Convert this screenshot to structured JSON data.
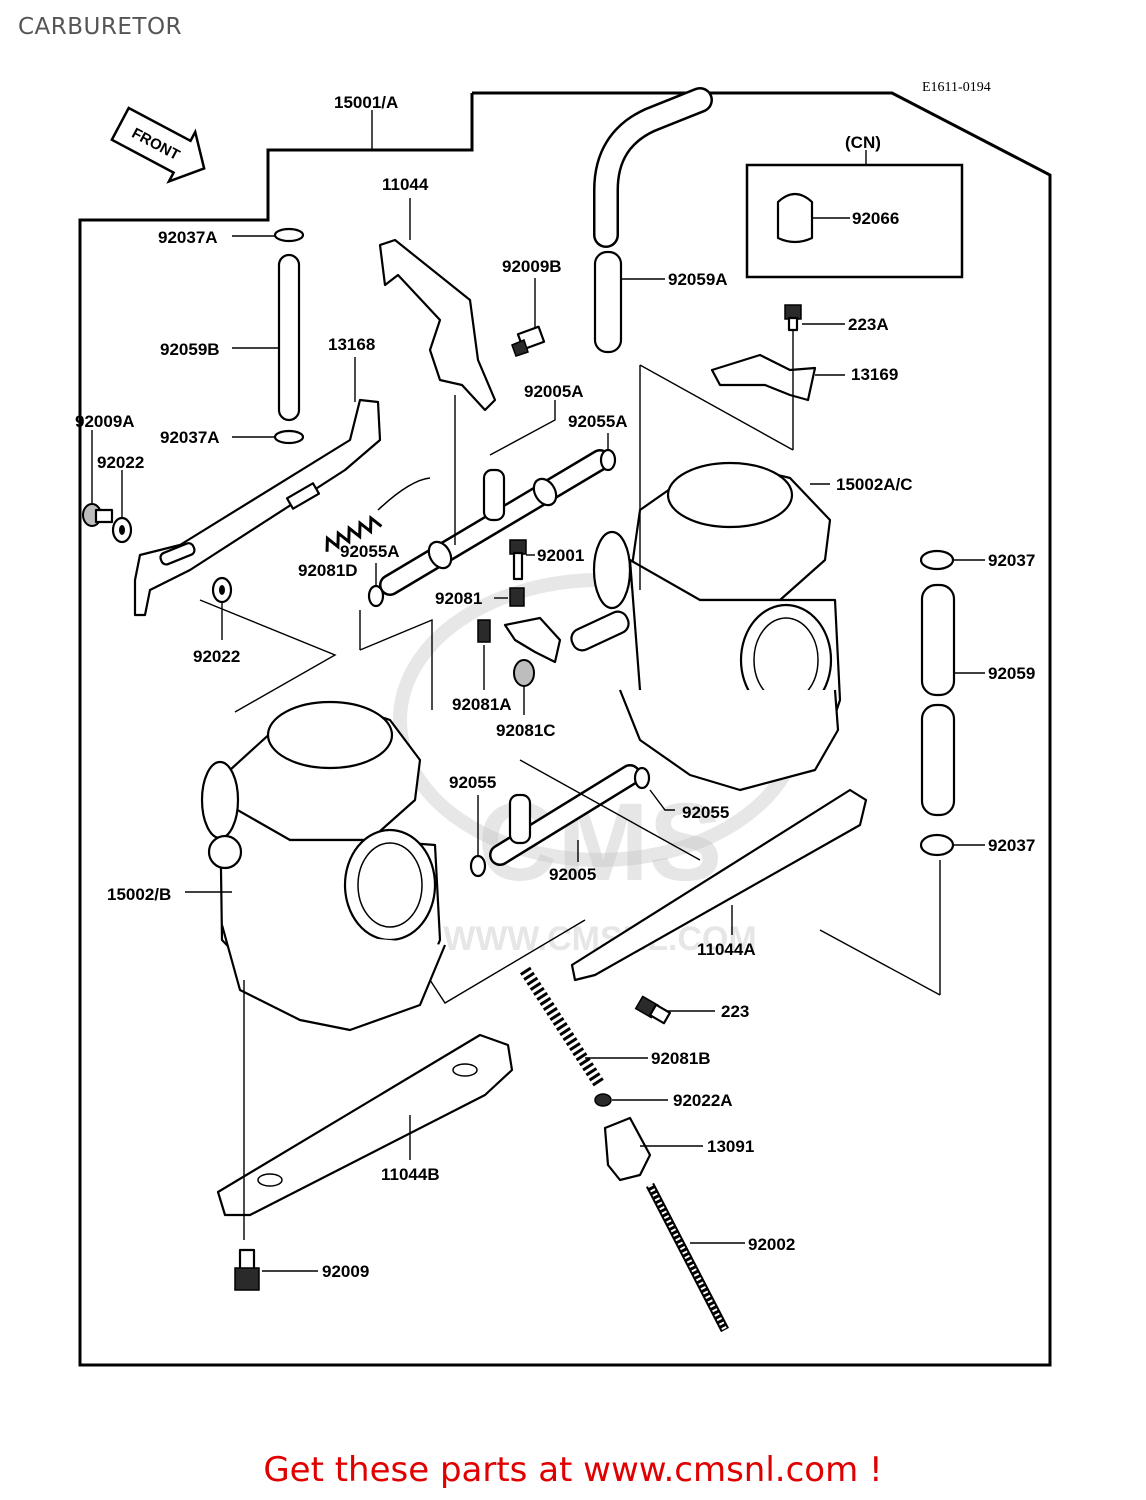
{
  "page": {
    "title": "CARBURETOR",
    "footer_link": "Get these parts at www.cmsnl.com !"
  },
  "diagram": {
    "reference_code": "E1611-0194",
    "front_label": "FRONT",
    "cn_label": "(CN)",
    "watermark": "CMS",
    "watermark_url": "WWW.CMSNL.COM",
    "labels": [
      {
        "id": "15001A",
        "text": "15001/A"
      },
      {
        "id": "11044",
        "text": "11044"
      },
      {
        "id": "92037A-top",
        "text": "92037A"
      },
      {
        "id": "92009B",
        "text": "92009B"
      },
      {
        "id": "92059A",
        "text": "92059A"
      },
      {
        "id": "92066",
        "text": "92066"
      },
      {
        "id": "223A",
        "text": "223A"
      },
      {
        "id": "13169",
        "text": "13169"
      },
      {
        "id": "92059B",
        "text": "92059B"
      },
      {
        "id": "13168",
        "text": "13168"
      },
      {
        "id": "92005A",
        "text": "92005A"
      },
      {
        "id": "92009A",
        "text": "92009A"
      },
      {
        "id": "92037A-bottom",
        "text": "92037A"
      },
      {
        "id": "92055A-top",
        "text": "92055A"
      },
      {
        "id": "92022-top",
        "text": "92022"
      },
      {
        "id": "15002AC",
        "text": "15002A/C"
      },
      {
        "id": "92055A-mid",
        "text": "92055A"
      },
      {
        "id": "92001",
        "text": "92001"
      },
      {
        "id": "92037-top",
        "text": "92037"
      },
      {
        "id": "92081D",
        "text": "92081D"
      },
      {
        "id": "92081",
        "text": "92081"
      },
      {
        "id": "92022-mid",
        "text": "92022"
      },
      {
        "id": "92059",
        "text": "92059"
      },
      {
        "id": "92081A",
        "text": "92081A"
      },
      {
        "id": "92081C",
        "text": "92081C"
      },
      {
        "id": "92055-left",
        "text": "92055"
      },
      {
        "id": "92055-right",
        "text": "92055"
      },
      {
        "id": "92037-bottom",
        "text": "92037"
      },
      {
        "id": "92005",
        "text": "92005"
      },
      {
        "id": "15002B",
        "text": "15002/B"
      },
      {
        "id": "11044A",
        "text": "11044A"
      },
      {
        "id": "223",
        "text": "223"
      },
      {
        "id": "92081B",
        "text": "92081B"
      },
      {
        "id": "92022A",
        "text": "92022A"
      },
      {
        "id": "13091",
        "text": "13091"
      },
      {
        "id": "11044B",
        "text": "11044B"
      },
      {
        "id": "92002",
        "text": "92002"
      },
      {
        "id": "92009",
        "text": "92009"
      }
    ]
  }
}
